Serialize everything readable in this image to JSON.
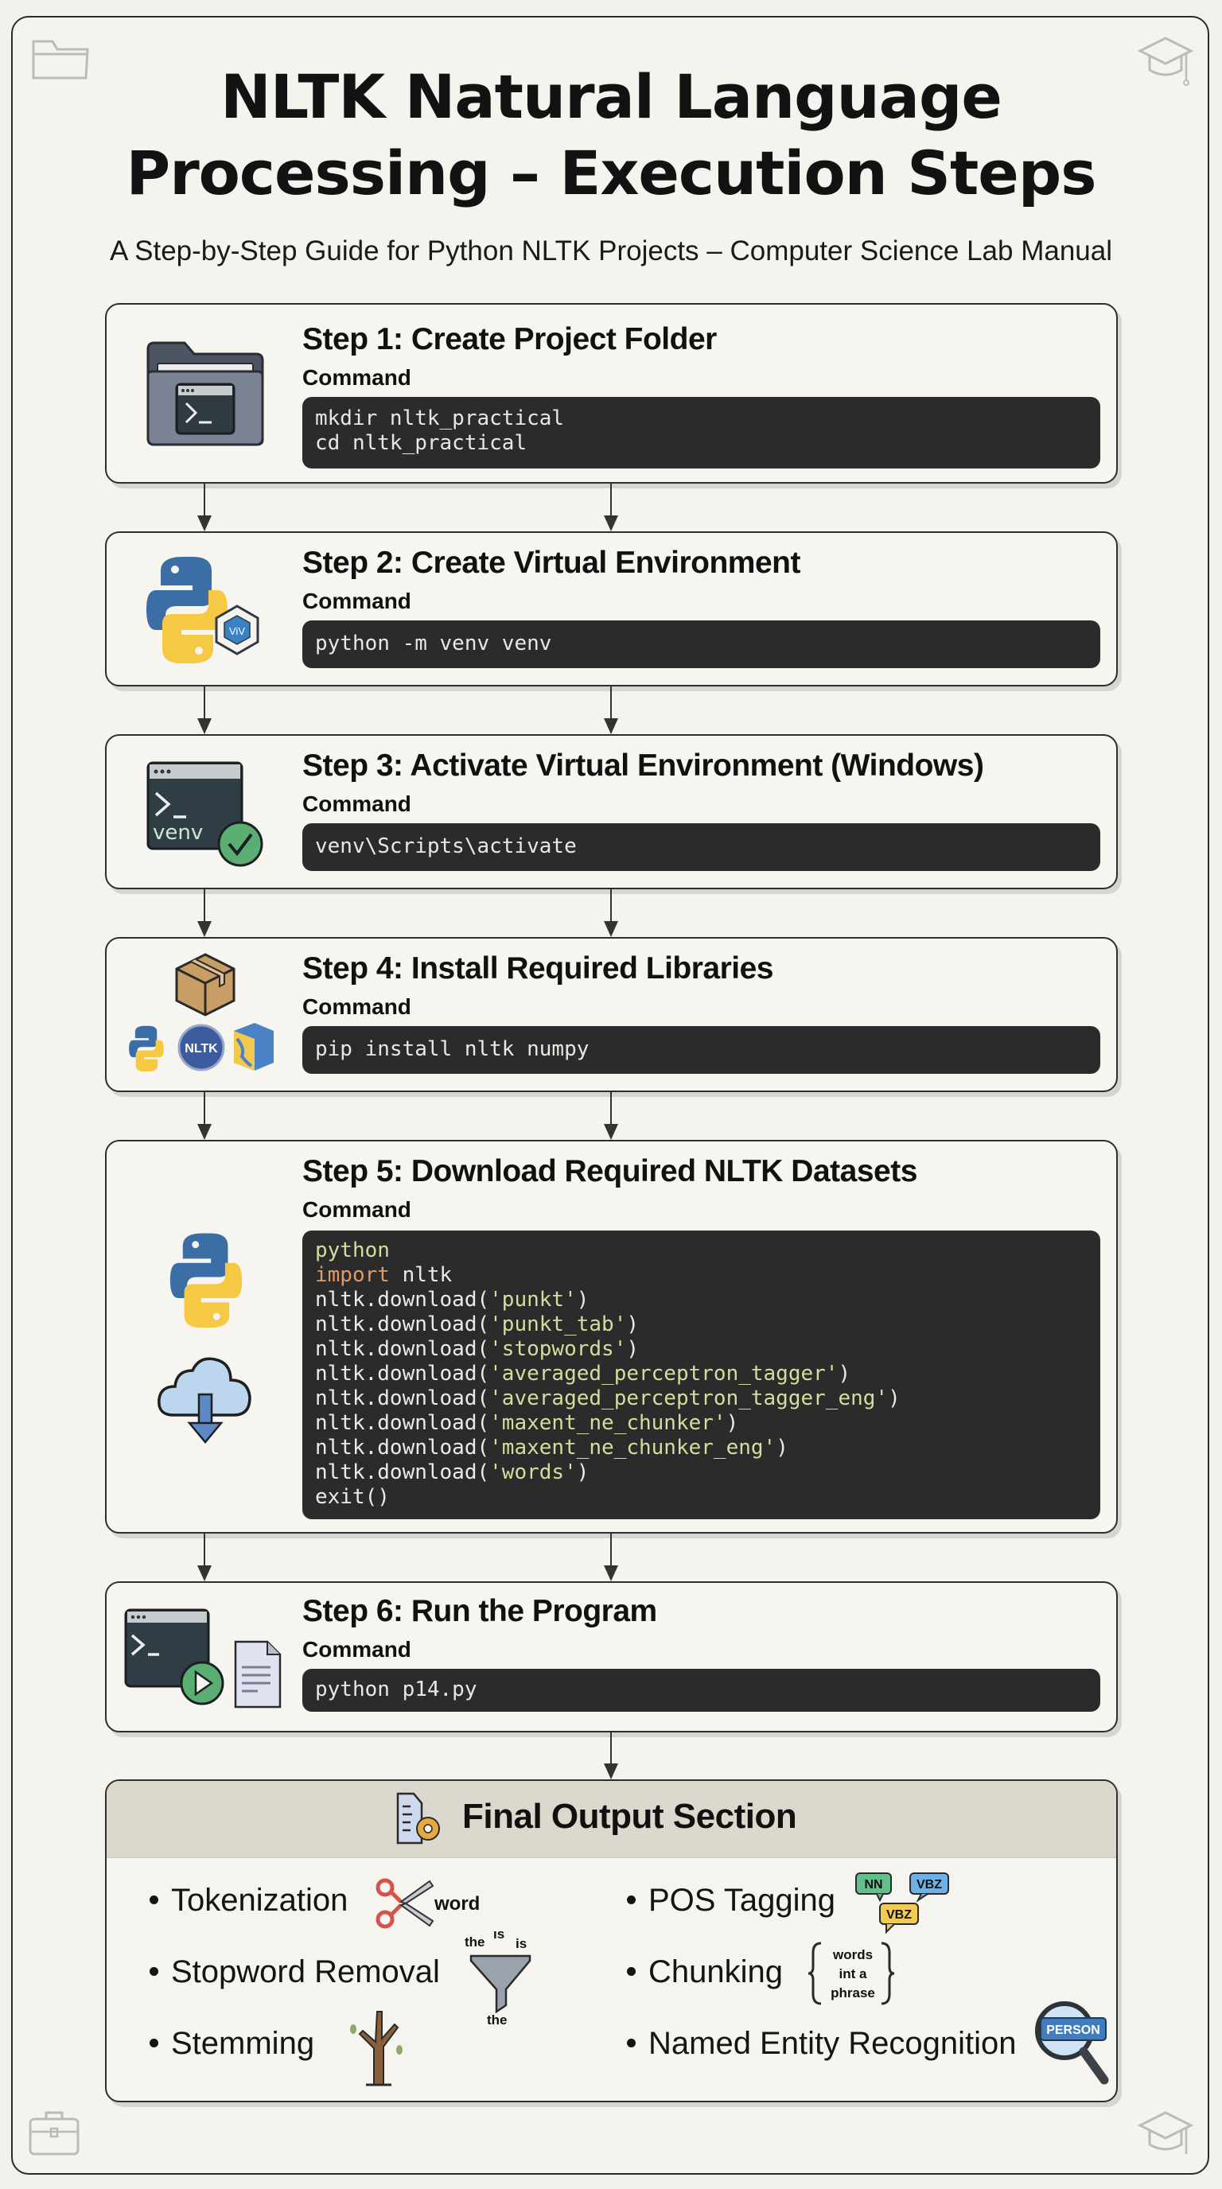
{
  "header": {
    "title_line1": "NLTK Natural Language",
    "title_line2": "Processing – Execution Steps",
    "subtitle": "A Step-by-Step Guide for Python NLTK Projects – Computer Science Lab Manual"
  },
  "command_label": "Command",
  "steps": [
    {
      "title": "Step 1: Create Project Folder",
      "icon": "folder-terminal-icon",
      "code": [
        "mkdir nltk_practical",
        "cd nltk_practical"
      ]
    },
    {
      "title": "Step 2: Create Virtual Environment",
      "icon": "python-venv-icon",
      "icon_text": "ViV",
      "code": [
        "python -m venv venv"
      ]
    },
    {
      "title": "Step 3: Activate Virtual Environment (Windows)",
      "icon": "terminal-venv-check-icon",
      "icon_text": "venv",
      "code": [
        "venv\\Scripts\\activate"
      ]
    },
    {
      "title": "Step 4: Install Required Libraries",
      "icon": "package-icon",
      "icon_text": "NLTK",
      "code": [
        "pip install nltk numpy"
      ]
    },
    {
      "title": "Step 5: Download Required NLTK Datasets",
      "icon": "python-cloud-download-icon",
      "code_lines": {
        "l1": "python",
        "l2_kw": "import",
        "l2_rest": " nltk",
        "prefix": "nltk.download(",
        "suffix": ")",
        "datasets": [
          "'punkt'",
          "'punkt_tab'",
          "'stopwords'",
          "'averaged_perceptron_tagger'",
          "'averaged_perceptron_tagger_eng'",
          "'maxent_ne_chunker'",
          "'maxent_ne_chunker_eng'",
          "'words'"
        ],
        "last": "exit()"
      }
    },
    {
      "title": "Step 6: Run the Program",
      "icon": "terminal-run-file-icon",
      "code": [
        "python p14.py"
      ]
    }
  ],
  "final": {
    "title": "Final Output Section",
    "features": [
      {
        "label": "Tokenization",
        "icon": "scissors-icon",
        "icon_text": "word"
      },
      {
        "label": "Stopword Removal",
        "icon": "funnel-icon",
        "icon_text": [
          "the",
          "is",
          "is",
          "the"
        ]
      },
      {
        "label": "Stemming",
        "icon": "tree-icon"
      },
      {
        "label": "POS Tagging",
        "icon": "speech-tags-icon",
        "icon_text": [
          "NN",
          "VBZ",
          "VBZ"
        ]
      },
      {
        "label": "Chunking",
        "icon": "braces-icon",
        "icon_text": [
          "words",
          "int a",
          "phrase"
        ]
      },
      {
        "label": "Named Entity Recognition",
        "icon": "magnifier-person-icon",
        "icon_text": "PERSON"
      }
    ]
  },
  "colors": {
    "background": "#f4f3ee",
    "code_bg": "#2b2b2b",
    "code_keyword": "#e09a6a",
    "code_string": "#d6dc9c",
    "python_blue": "#3a6ea5",
    "python_yellow": "#f6c945",
    "check_green": "#5aae72",
    "header_band": "#dcd8cd"
  }
}
